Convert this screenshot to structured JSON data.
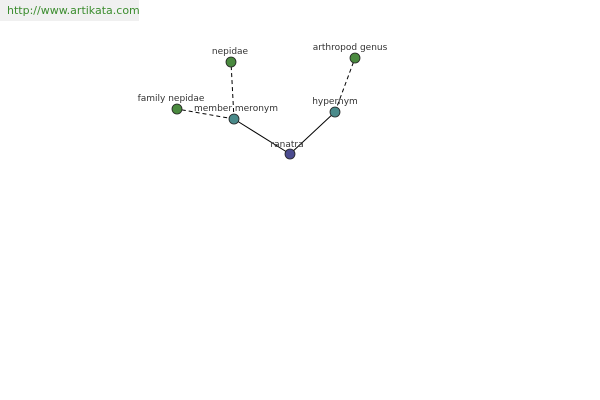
{
  "header": {
    "url": "http://www.artikata.com"
  },
  "graph": {
    "nodes": {
      "ranatra": {
        "label": "ranatra",
        "color": "#4b4b8f"
      },
      "member_meronym": {
        "label": "member meronym",
        "color": "#4a8a8a"
      },
      "hypernym": {
        "label": "hypernym",
        "color": "#4a8a8a"
      },
      "nepidae": {
        "label": "nepidae",
        "color": "#4a8a3f"
      },
      "family_nepidae": {
        "label": "family nepidae",
        "color": "#4a8a3f"
      },
      "arthropod_genus": {
        "label": "arthropod genus",
        "color": "#4a8a3f"
      }
    },
    "edges": [
      {
        "from": "ranatra",
        "to": "member_meronym",
        "style": "solid"
      },
      {
        "from": "ranatra",
        "to": "hypernym",
        "style": "solid"
      },
      {
        "from": "member_meronym",
        "to": "nepidae",
        "style": "dashed"
      },
      {
        "from": "member_meronym",
        "to": "family_nepidae",
        "style": "dashed"
      },
      {
        "from": "hypernym",
        "to": "arthropod_genus",
        "style": "dashed"
      }
    ]
  }
}
